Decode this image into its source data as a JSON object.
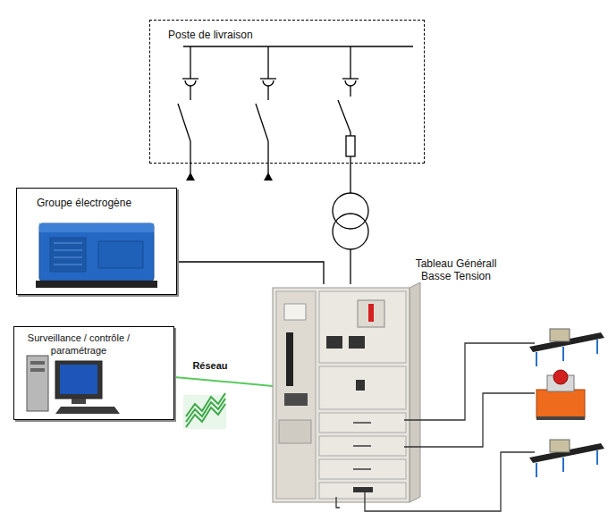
{
  "diagram": {
    "nodes": [
      {
        "text": [
          "Poste de livraison"
        ]
      },
      {
        "text": [
          "Groupe électrogène"
        ]
      },
      {
        "text": [
          "Surveillance / contrôle / paramétrage"
        ]
      },
      {
        "text": [
          "Tableau Générall Basse Tension"
        ]
      }
    ],
    "edges": [
      {
        "from": 0,
        "to": 3,
        "arrow": "none"
      },
      {
        "from": 1,
        "to": 3,
        "arrow": "none"
      },
      {
        "from": 2,
        "to": 3,
        "label": "Réseau",
        "arrow": "none"
      }
    ]
  }
}
